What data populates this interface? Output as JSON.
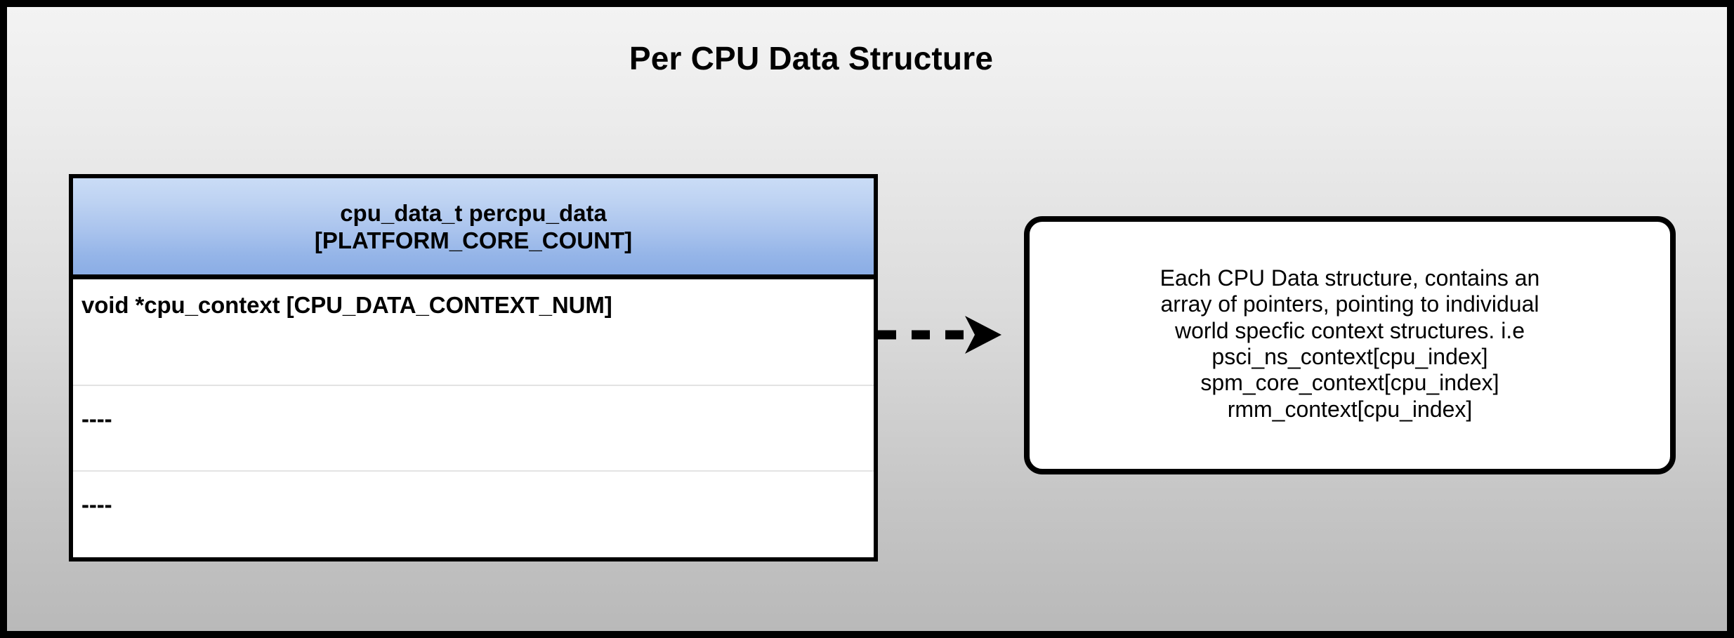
{
  "diagram": {
    "title": "Per CPU Data Structure",
    "background_top_color": "#f3f3f3",
    "background_bottom_color": "#b9b9b9",
    "border_color": "#000000"
  },
  "struct_table": {
    "header": {
      "line1": "cpu_data_t percpu_data",
      "line2": "[PLATFORM_CORE_COUNT]",
      "gradient_top_color": "#cadcf6",
      "gradient_bottom_color": "#8bade5"
    },
    "rows": [
      {
        "text": "void *cpu_context [CPU_DATA_CONTEXT_NUM]"
      },
      {
        "text": "----"
      },
      {
        "text": "----"
      }
    ]
  },
  "connector": {
    "style": "dashed",
    "arrowhead": "filled-triangle",
    "color": "#000000",
    "direction": "left-to-right"
  },
  "note": {
    "lines": [
      "Each CPU Data structure, contains an",
      "array of pointers, pointing to individual",
      "world specfic context structures. i.e",
      "psci_ns_context[cpu_index]",
      "spm_core_context[cpu_index]",
      "rmm_context[cpu_index]"
    ],
    "border_color": "#000000",
    "fill_color": "#ffffff"
  }
}
